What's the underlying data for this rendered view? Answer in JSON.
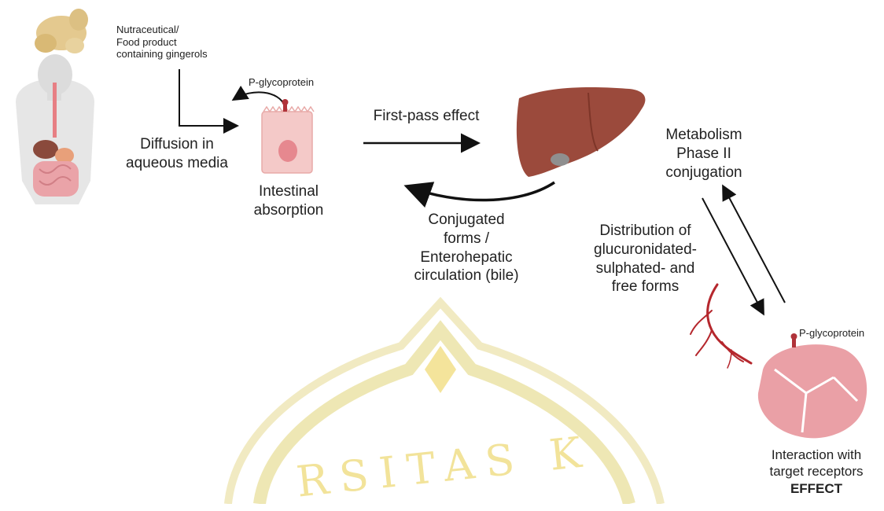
{
  "source_label": [
    "Nutraceutical/",
    "Food product",
    "containing gingerols"
  ],
  "pgp_top": "P-glycoprotein",
  "diffusion": [
    "Diffusion in",
    "aqueous media"
  ],
  "intestinal": [
    "Intestinal",
    "absorption"
  ],
  "first_pass": "First-pass effect",
  "conjugated": [
    "Conjugated",
    "forms /",
    "Enterohepatic",
    "circulation (bile)"
  ],
  "metabolism": [
    "Metabolism",
    "Phase II",
    "conjugation"
  ],
  "distribution": [
    "Distribution of",
    "glucuronidated-",
    "sulphated- and",
    "free forms"
  ],
  "pgp_target": "P-glycoprotein",
  "effect": [
    "Interaction with",
    "target receptors",
    "EFFECT"
  ],
  "watermark": "RSITAS   K",
  "colors": {
    "liver": "#9b4a3c",
    "cell": "#f2c4c4",
    "tissue": "#e9a1a6",
    "vessel": "#b5272d",
    "watermark": "#f5e9a0",
    "arrow": "#111111"
  }
}
